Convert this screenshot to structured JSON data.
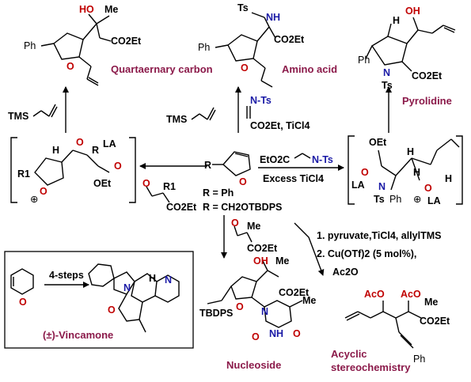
{
  "products": {
    "quaternary": {
      "label": "Quartaernary carbon",
      "groups": [
        "HO",
        "Me",
        "CO2Et",
        "Ph",
        "O"
      ]
    },
    "amino_acid": {
      "label": "Amino acid",
      "groups": [
        "Ts",
        "NH",
        "CO2Et",
        "Ph",
        "O"
      ]
    },
    "pyrolidine": {
      "label": "Pyrolidine",
      "groups": [
        "OH",
        "H",
        "Ph",
        "N",
        "Ts",
        "CO2Et"
      ]
    },
    "nucleoside": {
      "label": "Nucleoside",
      "groups": [
        "OH",
        "Me",
        "CO2Et",
        "TBDPS",
        "O",
        "N",
        "Me",
        "NH",
        "O",
        "O"
      ]
    },
    "acyclic": {
      "label": "Acyclic",
      "label2": "stereochemistry",
      "groups": [
        "AcO",
        "AcO",
        "Me",
        "CO2Et",
        "Ph"
      ]
    }
  },
  "reagents": {
    "allyl_tms": "TMS",
    "imine_top": "N-Ts",
    "imine_conditions": "CO2Et, TiCl4",
    "imine_right": "EtO2C",
    "imine_right_n": "N-Ts",
    "excess": "Excess TiCl4",
    "pyruvate_left": "CO2Et",
    "pyruvate_left_r": "R1",
    "pyruvate_mid_me": "Me",
    "pyruvate_mid": "CO2Et",
    "cond1": "1. pyruvate,TiCl4, allylTMS",
    "cond2": "2. Cu(OTf)2 (5 mol%),",
    "cond3": "Ac2O"
  },
  "substrate": {
    "r": "R",
    "o": "O",
    "r_ph": "R = Ph",
    "r_tbdps": "R = CH2OTBDPS"
  },
  "intermediates": {
    "left": [
      "H",
      "O",
      "R",
      "LA",
      "R1",
      "O",
      "OEt",
      "O",
      "⊕"
    ],
    "right": [
      "OEt",
      "O",
      "H",
      "LA",
      "N",
      "Ts",
      "Ph",
      "O",
      "LA",
      "H",
      "H",
      "⊕"
    ]
  },
  "inset": {
    "steps": "4-steps",
    "o": "O",
    "target": "(±)-Vincamone",
    "groups": [
      "N",
      "H",
      "N",
      "O"
    ]
  }
}
